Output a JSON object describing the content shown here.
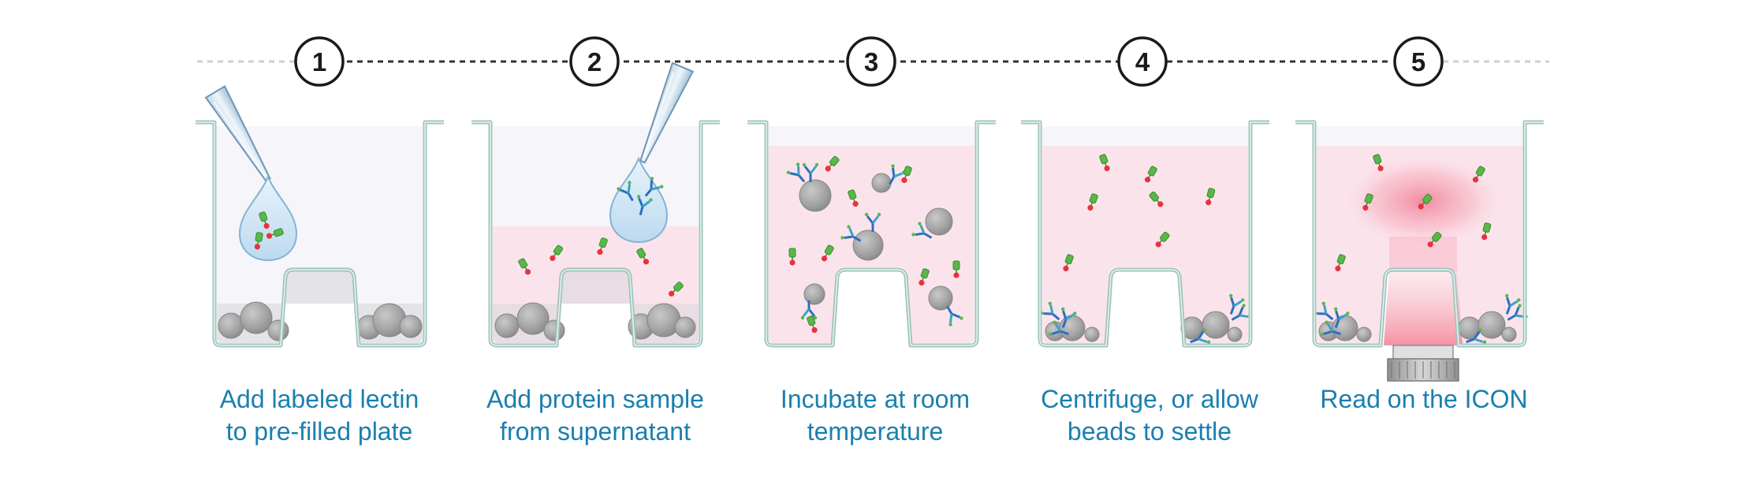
{
  "steps": [
    {
      "number": "1",
      "caption": [
        "Add labeled lectin",
        "to pre-filled plate"
      ]
    },
    {
      "number": "2",
      "caption": [
        "Add protein sample",
        "from supernatant"
      ]
    },
    {
      "number": "3",
      "caption": [
        "Incubate at room",
        "temperature"
      ]
    },
    {
      "number": "4",
      "caption": [
        "Centrifuge, or allow",
        "beads to settle"
      ]
    },
    {
      "number": "5",
      "caption": [
        "Read on the ICON"
      ]
    }
  ],
  "colors": {
    "caption": "#1a7fb0",
    "well_wall": "#9ec4bd",
    "liquid": "#fbe3ec",
    "bead": "#a6a6a6",
    "lectin_green": "#58b848",
    "label_red": "#e8333c",
    "antibody_blue": "#2a6fc0",
    "glow": "#f07a92"
  }
}
